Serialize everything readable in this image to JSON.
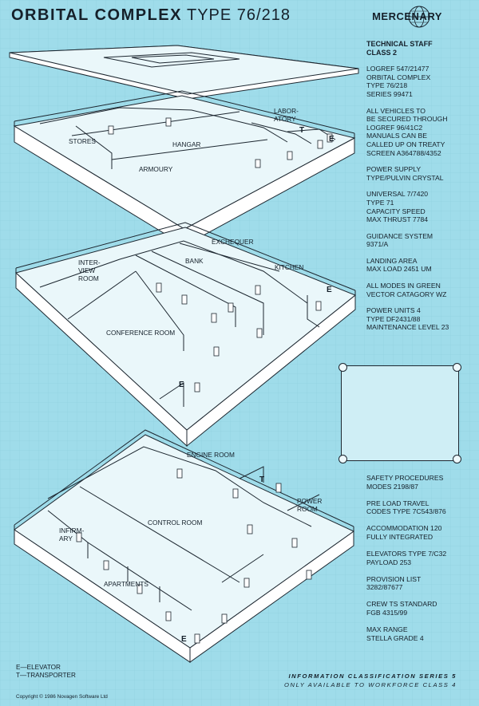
{
  "header": {
    "title_main": "ORBITAL COMPLEX",
    "title_type": "TYPE 76/218",
    "brand": "MERCENARY"
  },
  "specs_top": [
    {
      "text": "TECHNICAL STAFF\nCLASS 2",
      "head": true
    },
    {
      "text": "LOGREF 547/21477\nORBITAL COMPLEX\nTYPE 76/218\nSERIES 99471"
    },
    {
      "text": "ALL VEHICLES TO\nBE SECURED THROUGH\nLOGREF 96/41C2\nMANUALS CAN BE\nCALLED UP ON TREATY\nSCREEN A364788/4352"
    },
    {
      "text": "POWER SUPPLY\nTYPE/PULVIN CRYSTAL"
    },
    {
      "text": "UNIVERSAL 7/7420\nTYPE  71\nCAPACITY SPEED\nMAX THRUST 7784"
    },
    {
      "text": "GUIDANCE SYSTEM\n9371/A"
    },
    {
      "text": "LANDING AREA\nMAX LOAD 2451 UM"
    },
    {
      "text": "ALL MODES IN GREEN\nVECTOR CATAGORY WZ"
    },
    {
      "text": "POWER UNITS 4\nTYPE DF2431/88\nMAINTENANCE LEVEL 23"
    }
  ],
  "specs_bottom": [
    {
      "text": "SAFETY PROCEDURES\nMODES 2198/87"
    },
    {
      "text": "PRE LOAD TRAVEL\nCODES TYPE 7C543/876"
    },
    {
      "text": "ACCOMMODATION 120\nFULLY INTEGRATED"
    },
    {
      "text": "ELEVATORS TYPE 7/C32\nPAYLOAD 253"
    },
    {
      "text": "PROVISION LIST\n3282/87677"
    },
    {
      "text": "CREW TS STANDARD\nFGB 4315/99"
    },
    {
      "text": "MAX RANGE\nSTELLA GRADE 4"
    }
  ],
  "deck1_labels": {
    "laboratory": "LABOR-\nATORY",
    "stores": "STORES",
    "hangar": "HANGAR",
    "armoury": "ARMOURY",
    "transporter": "T",
    "elevator": "E"
  },
  "deck2_labels": {
    "exchequer": "EXCHEQUER",
    "interview": "INTER-\nVIEW\nROOM",
    "bank": "BANK",
    "kitchen": "KITCHEN",
    "conference": "CONFERENCE ROOM",
    "elevator_right": "E",
    "elevator_left": "E"
  },
  "deck3_labels": {
    "engine": "ENGINE ROOM",
    "transporter": "T",
    "power": "POWER\nROOM",
    "control": "CONTROL ROOM",
    "infirmary": "INFIRM-\nARY",
    "apartments": "APARTMENTS",
    "elevator": "E"
  },
  "legend": {
    "elevator": "E—ELEVATOR",
    "transporter": "T—TRANSPORTER"
  },
  "footer": {
    "info_line1": "INFORMATION CLASSIFICATION SERIES 5",
    "info_line2": "ONLY AVAILABLE TO WORKFORCE CLASS 4",
    "copyright": "Copyright © 1986 Novagen Software Ltd"
  },
  "colors": {
    "background": "#9fdcea",
    "ink": "#15202a",
    "wall": "#ffffff"
  },
  "icons": {
    "brand_globe": "globe-icon"
  }
}
